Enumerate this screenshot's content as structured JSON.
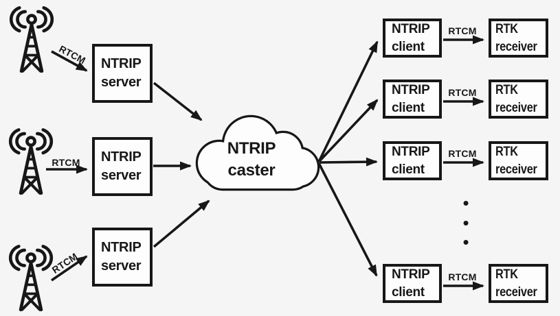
{
  "colors": {
    "background": "#f5f5f6",
    "ink": "#171717",
    "node_fill": "#fdfdfd"
  },
  "towers": [
    {
      "icon": "radio-tower-icon"
    },
    {
      "icon": "radio-tower-icon"
    },
    {
      "icon": "radio-tower-icon"
    }
  ],
  "servers": [
    {
      "line1": "NTRIP",
      "line2": "server"
    },
    {
      "line1": "NTRIP",
      "line2": "server"
    },
    {
      "line1": "NTRIP",
      "line2": "server"
    }
  ],
  "caster": {
    "line1": "NTRIP",
    "line2": "caster"
  },
  "clients": [
    {
      "line1": "NTRIP",
      "line2": "client"
    },
    {
      "line1": "NTRIP",
      "line2": "client"
    },
    {
      "line1": "NTRIP",
      "line2": "client"
    },
    {
      "line1": "NTRIP",
      "line2": "client"
    }
  ],
  "receivers": [
    {
      "line1": "RTK",
      "line2": "receiver"
    },
    {
      "line1": "RTK",
      "line2": "receiver"
    },
    {
      "line1": "RTK",
      "line2": "receiver"
    },
    {
      "line1": "RTK",
      "line2": "receiver"
    }
  ],
  "left_links": [
    {
      "label": "RTCM"
    },
    {
      "label": "RTCM"
    },
    {
      "label": "RTCM"
    }
  ],
  "right_links": [
    {
      "label": "RTCM"
    },
    {
      "label": "RTCM"
    },
    {
      "label": "RTCM"
    },
    {
      "label": "RTCM"
    }
  ],
  "ellipsis": {
    "symbol": "•",
    "count": 3
  }
}
